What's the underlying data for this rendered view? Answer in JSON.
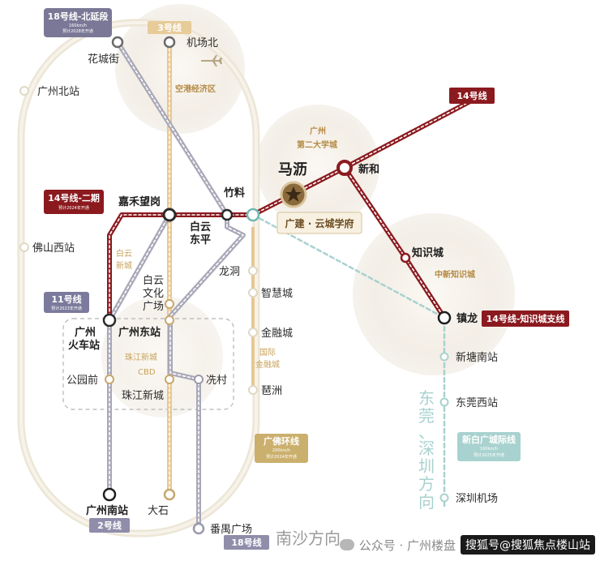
{
  "lines": {
    "line18_north": {
      "label": "18号线-北延段",
      "sub1": "160km/h",
      "sub2": "预计2028年开通",
      "color": "#6b6a8c"
    },
    "line3": {
      "label": "3号线",
      "color": "#e8c792"
    },
    "line14": {
      "label": "14号线",
      "color": "#8b1a1f"
    },
    "line14_phase2": {
      "label": "14号线-二期",
      "sub1": "预计2024年开通",
      "color": "#8b1a1f"
    },
    "line11": {
      "label": "11号线",
      "sub1": "预计2023年开通",
      "color": "#7c7a9c"
    },
    "line14_branch": {
      "label": "14号线-知识城支线",
      "color": "#8b1a1f"
    },
    "line2": {
      "label": "2号线",
      "color": "#7c7a9c"
    },
    "line18": {
      "label": "18号线",
      "color": "#7c7a9c"
    },
    "gf_ring": {
      "label": "广佛环线",
      "sub1": "200km/h",
      "sub2": "预计2024年开通",
      "color": "#cbb06d"
    },
    "xinbai": {
      "label": "新白广城际线",
      "sub1": "160km/h",
      "sub2": "预计2025年开通",
      "color": "#a8d2cf"
    }
  },
  "stations": {
    "huachengjie": "花城街",
    "jichangbei": "机场北",
    "guangzhoubei": "广州北站",
    "foshanxi": "佛山西站",
    "jiahewanggang": "嘉禾望岗",
    "baiyundongping_1": "白云",
    "baiyundongping_2": "东平",
    "zhuliao": "竹料",
    "malì": "马沥",
    "xinhe": "新和",
    "zhishicheng": "知识城",
    "zhenlong": "镇龙",
    "longdong": "龙洞",
    "zhihuicheng": "智慧城",
    "jinrongcheng": "金融城",
    "pazhou": "琶洲",
    "baiyunwenhua_1": "白云",
    "baiyunwenhua_2": "文化",
    "baiyunwenhua_3": "广场",
    "gzhuoche_1": "广州",
    "gzhuoche_2": "火车站",
    "gzdongzhan": "广州东站",
    "gongyuanqian": "公园前",
    "zhujiangxincheng": "珠江新城",
    "xiancun": "冼村",
    "gznanzhan": "广州南站",
    "dashi": "大石",
    "panyuguangchang": "番禺广场",
    "xintangnan": "新塘南站",
    "dongguanxi": "东莞西站",
    "shenzhenjichang": "深圳机场"
  },
  "zones": {
    "konggang": "空港经济区",
    "baiyunxincheng_1": "白云",
    "baiyunxincheng_2": "新城",
    "zhujiang_cbd_1": "珠江新城",
    "zhujiang_cbd_2": "CBD",
    "guoji_jinrongcheng_1": "国际",
    "guoji_jinrongcheng_2": "金融城",
    "daxuecheng_1": "广州",
    "daxuecheng_2": "第二大学城",
    "zhongxin_zhishicheng": "中新知识城",
    "project": "广建 · 云城学府"
  },
  "directions": {
    "dongguan_1": "东",
    "dongguan_2": "莞",
    "dongguan_3": "、",
    "shenzhen_1": "深",
    "shenzhen_2": "圳",
    "shenzhen_3": "方",
    "shenzhen_4": "向",
    "nansha": "南沙方向"
  },
  "watermark": {
    "account": "公众号 · 广州楼盘",
    "badge": "搜狐号@搜狐焦点楼山站"
  },
  "colors": {
    "ring": "#ece6d6",
    "line14": "#8b1a1f",
    "line3": "#e8c792",
    "grey_line": "#a9a8b8",
    "teal": "#a8d2cf"
  }
}
